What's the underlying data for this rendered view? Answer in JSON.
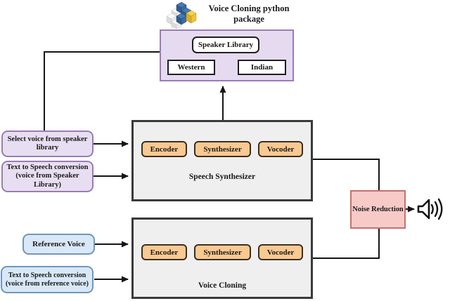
{
  "title": "Voice Cloning python\npackage",
  "library": {
    "speaker_library": "Speaker Library",
    "regions": [
      "Western",
      "Indian"
    ]
  },
  "inputs": {
    "select_voice": "Select voice from speaker\nlibrary",
    "tts_speaker": "Text to Speech conversion\n(voice from Speaker\nLibrary)",
    "reference_voice": "Reference Voice",
    "tts_reference": "Text to Speech conversion\n(voice from reference voice)"
  },
  "pipelines": [
    {
      "label": "Speech Synthesizer",
      "modules": [
        "Encoder",
        "Synthesizer",
        "Vocoder"
      ]
    },
    {
      "label": "Voice Cloning",
      "modules": [
        "Encoder",
        "Synthesizer",
        "Vocoder"
      ]
    }
  ],
  "output": {
    "noise_reduction": "Noise Reduction"
  },
  "icons": {
    "package_icon": "python-package-blocks",
    "speaker_icon": "loudspeaker-output"
  },
  "colors": {
    "lavender_fill": "#e8def1",
    "purple_border": "#9a7cb5",
    "blue_fill": "#d9e8f7",
    "blue_border": "#7096bc",
    "gray_fill": "#efeff0",
    "gray_border": "#3a3a3c",
    "orange_fill": "#f9c992",
    "orange_border": "#3d2f1d",
    "pink_fill": "#f7cac8",
    "pink_border": "#c4716f",
    "connector": "#151515"
  }
}
